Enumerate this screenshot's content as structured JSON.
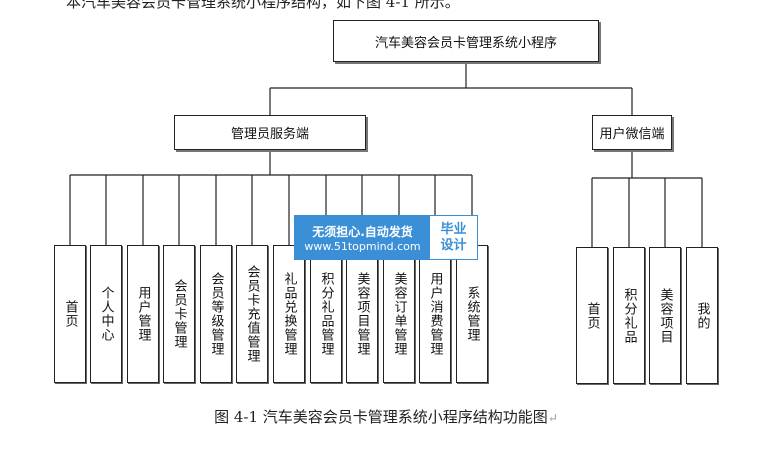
{
  "intro_text": "本汽车美容会员卡管理系统小程序结构，如下图 4-1 所示。",
  "root": "汽车美容会员卡管理系统小程序",
  "branches": [
    {
      "label": "管理员服务端",
      "children": [
        "首页",
        "个人中心",
        "用户管理",
        "会员卡管理",
        "会员等级管理",
        "会员卡充值管理",
        "礼品兑换管理",
        "积分礼品管理",
        "美容项目管理",
        "美容订单管理",
        "用户消费管理",
        "系统管理"
      ]
    },
    {
      "label": "用户微信端",
      "children": [
        "首页",
        "积分礼品",
        "美容项目",
        "我的"
      ]
    }
  ],
  "caption": "图 4-1  汽车美容会员卡管理系统小程序结构功能图",
  "watermark": {
    "line1": "无须担心.自动发货",
    "line2": "www.51topmind.com",
    "right_line1": "毕业",
    "right_line2": "设计"
  }
}
